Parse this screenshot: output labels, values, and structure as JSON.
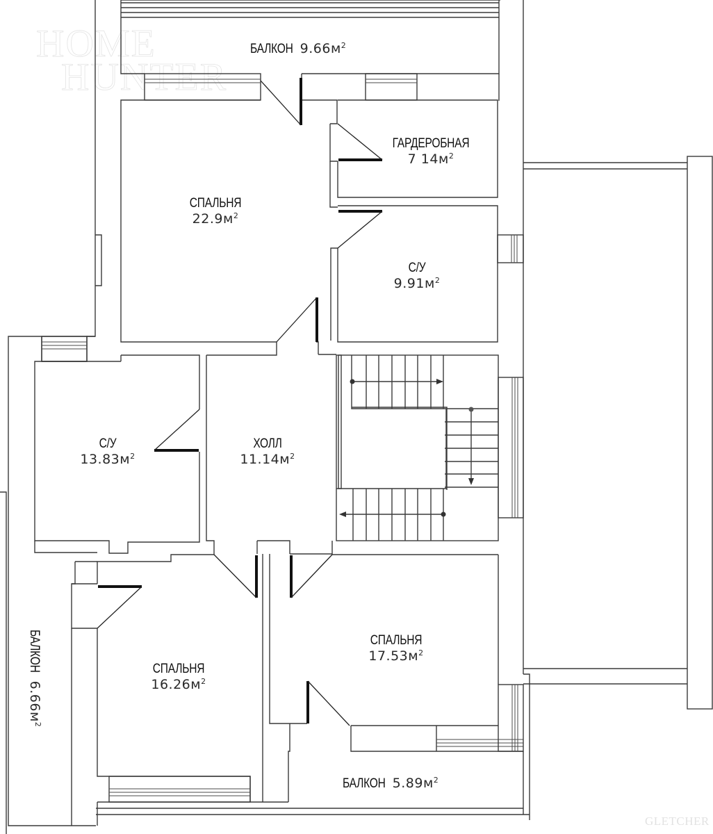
{
  "watermarks": {
    "top_left_line1": "HOME",
    "top_left_line2": "HUNTER",
    "bottom_right": "GLETCHER"
  },
  "units": {
    "area_unit": "м",
    "area_exp": "2"
  },
  "rooms": {
    "balcony_top": {
      "name": "БАЛКОН",
      "area": "9.66"
    },
    "wardrobe": {
      "name": "ГАРДЕРОБНАЯ",
      "area": "7 14"
    },
    "bedroom_main": {
      "name": "СПАЛЬНЯ",
      "area": "22.9"
    },
    "bathroom_small": {
      "name": "С/У",
      "area": "9.91"
    },
    "bathroom_large": {
      "name": "С/У",
      "area": "13.83"
    },
    "hall": {
      "name": "ХОЛЛ",
      "area": "11.14"
    },
    "bedroom_right": {
      "name": "СПАЛЬНЯ",
      "area": "17.53"
    },
    "bedroom_left": {
      "name": "СПАЛЬНЯ",
      "area": "16.26"
    },
    "balcony_left": {
      "name": "БАЛКОН",
      "area": "6.66"
    },
    "balcony_bottom": {
      "name": "БАЛКОН",
      "area": "5.89"
    }
  },
  "colors": {
    "wall_stroke": "#3a3a3a",
    "door_leaf": "#111111",
    "background": "#ffffff",
    "watermark": "#e3e3e3"
  }
}
